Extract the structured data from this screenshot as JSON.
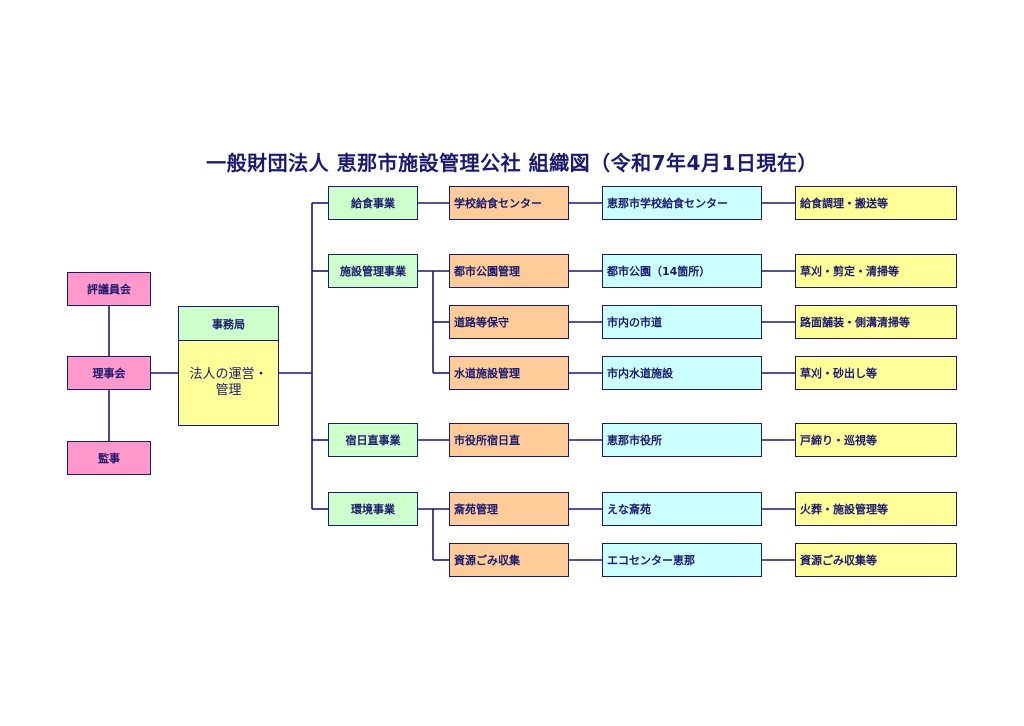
{
  "title": "一般財団法人 恵那市施設管理公社 組織図（令和7年4月1日現在）",
  "governance": [
    {
      "id": "council",
      "label": "評議員会"
    },
    {
      "id": "board",
      "label": "理事会"
    },
    {
      "id": "auditor",
      "label": "監事"
    }
  ],
  "secretariat": {
    "header": "事務局",
    "body": "法人の運営・管理"
  },
  "divisions": [
    {
      "label": "給食事業",
      "units": [
        {
          "section": "学校給食センター",
          "facility": "恵那市学校給食センター",
          "work": "給食調理・搬送等"
        }
      ]
    },
    {
      "label": "施設管理事業",
      "units": [
        {
          "section": "都市公園管理",
          "facility": "都市公園（14箇所）",
          "work": "草刈・剪定・清掃等"
        },
        {
          "section": "道路等保守",
          "facility": "市内の市道",
          "work": "路面舗装・側溝清掃等"
        },
        {
          "section": "水道施設管理",
          "facility": "市内水道施設",
          "work": "草刈・砂出し等"
        }
      ]
    },
    {
      "label": "宿日直事業",
      "units": [
        {
          "section": "市役所宿日直",
          "facility": "恵那市役所",
          "work": "戸締り・巡視等"
        }
      ]
    },
    {
      "label": "環境事業",
      "units": [
        {
          "section": "斎苑管理",
          "facility": "えな斎苑",
          "work": "火葬・施設管理等"
        },
        {
          "section": "資源ごみ収集",
          "facility": "エコセンター恵那",
          "work": "資源ごみ収集等"
        }
      ]
    }
  ],
  "colors": {
    "line": "#1a1a6e",
    "governance": "#ff99cc",
    "division": "#ccffcc",
    "section": "#ffcc99",
    "facility": "#ccffff",
    "work": "#ffff99"
  }
}
